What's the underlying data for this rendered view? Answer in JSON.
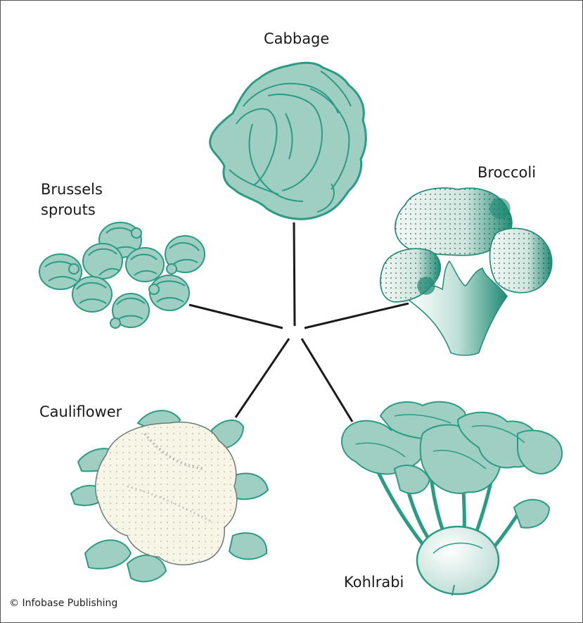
{
  "labels": {
    "cabbage": "Cabbage",
    "broccoli": "Broccoli",
    "brussels_line1": "Brussels",
    "brussels_line2": "sprouts",
    "cauliflower": "Cauliflower",
    "kohlrabi": "Kohlrabi"
  },
  "credit": "© Infobase Publishing",
  "colors": {
    "leaf_fill": "#9fcfc2",
    "leaf_stroke": "#2a9c84",
    "dark_teal": "#1f8a73",
    "curd_fill": "#f7f5e6",
    "line": "#1a1a1a"
  }
}
